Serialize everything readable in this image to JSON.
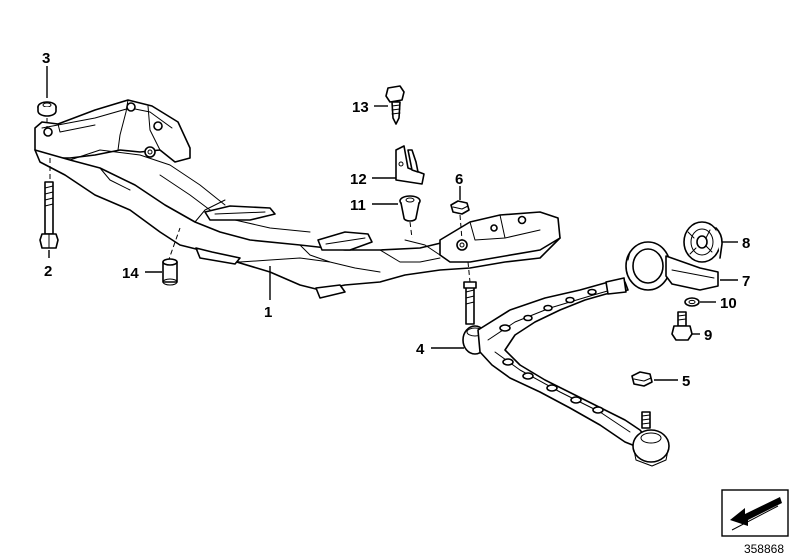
{
  "callouts": {
    "c1": "1",
    "c2": "2",
    "c3": "3",
    "c4": "4",
    "c5": "5",
    "c6": "6",
    "c7": "7",
    "c8": "8",
    "c9": "9",
    "c10": "10",
    "c11": "11",
    "c12": "12",
    "c13": "13",
    "c14": "14"
  },
  "diagram_id": "358868",
  "icons": {
    "orientation": "direction-arrow-icon"
  }
}
